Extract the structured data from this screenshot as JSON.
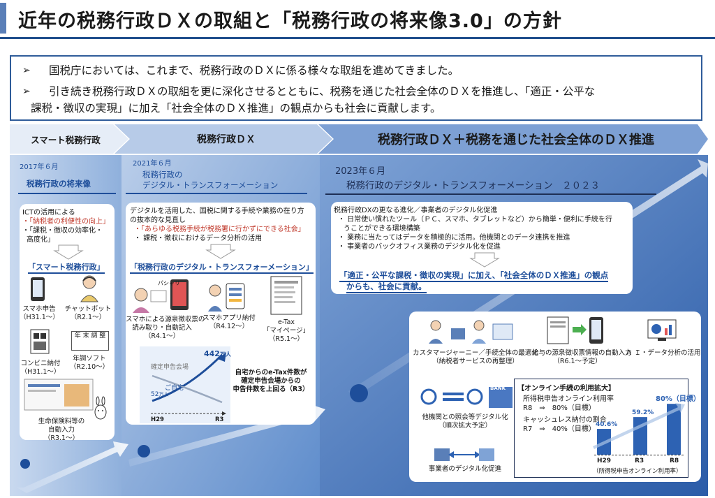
{
  "title": "近年の税務行政ＤＸの取組と「税務行政の将来像3.0」の方針",
  "intro": {
    "bullet_mark": "➢",
    "line1": "国税庁においては、これまで、税務行政のＤＸに係る様々な取組を進めてきました。",
    "line2a": "引き続き税務行政ＤＸの取組を更に深化させるとともに、税務を通じた社会全体のＤＸを推進し、「適正・公平な",
    "line2b": "課税・徴収の実現」に加え「社会全体のＤＸ推進」の観点からも社会に貢献します。"
  },
  "stages": {
    "s1": "スマート税務行政",
    "s2": "税務行政ＤＸ",
    "s3": "税務行政ＤＸ＋税務を通じた社会全体のＤＸ推進"
  },
  "col1": {
    "date": "2017年６月",
    "heading": "税務行政の将来像",
    "ict": "ICTの活用による",
    "item1": "・「納税者の利便性の向上」",
    "item2": "・「課税・徴収の効率化・",
    "item2b": "高度化」",
    "banner": "「スマート税務行政」",
    "icons": [
      {
        "l1": "スマホ申告",
        "l2": "（H31.1～）"
      },
      {
        "l1": "チャットボット",
        "l2": "（R2.1～）"
      },
      {
        "l1": "コンビニ納付",
        "l2": "（H31.1～）"
      },
      {
        "l1": "年調ソフト",
        "l2": "（R2.10～）"
      },
      {
        "l1": "生命保険料等の",
        "l2": "自動入力",
        "l3": "（R3.1～）"
      }
    ],
    "yearbox": "年 末 調 整"
  },
  "col2": {
    "date": "2021年６月",
    "heading1": "税務行政の",
    "heading2": "デジタル・トランスフォーメーション",
    "desc1": "デジタルを活用した、国税に関する手続や業務の在り方",
    "desc2": "の抜本的な見直し",
    "item1": "・「あらゆる税務手続が税務署に行かずにできる社会」",
    "item2": "・ 課税・徴収におけるデータ分析の活用",
    "banner": "「税務行政のデジタル・トランスフォーメーション」",
    "photo_word": "パシャリ",
    "icons": [
      {
        "l1": "スマホによる源泉徴収票の",
        "l2": "読み取り・自動記入",
        "l3": "（R4.1～）"
      },
      {
        "l1": "スマホアプリ納付",
        "l2": "（R4.12～）"
      },
      {
        "l1": "e-Tax",
        "l2": "「マイページ」",
        "l3": "（R5.1～）"
      }
    ],
    "chart": {
      "top_value": "442",
      "top_unit": "万人",
      "bottom_value": "52",
      "bottom_unit": "万人",
      "label_venue": "確定申告会場",
      "label_home": "ご自宅",
      "x_start": "H29",
      "x_end": "R3"
    },
    "note1": "自宅からのe-Tax件数が",
    "note2": "確定申告会場からの",
    "note3": "申告件数を上回る（R3）"
  },
  "col3": {
    "date": "2023年６月",
    "heading": "税務行政のデジタル・トランスフォーメーション　２０２３",
    "evo": "税務行政DXの更なる進化／事業者のデジタル化促進",
    "item1a": "・ 日常使い慣れたツール（ＰＣ、スマホ、タブレットなど）から簡単・便利に手続を行",
    "item1b": "うことができる環境構築",
    "item2": "・ 業務に当たってはデータを積極的に活用。他機関とのデータ連携を推進",
    "item3": "・ 事業者のバックオフィス業務のデジタル化を促進",
    "banner1": "「適正・公平な課税・徴収の実現」に加え、「社会全体のＤＸ推進」の観点",
    "banner2": "からも、社会に貢献。",
    "icons": [
      {
        "l1": "カスタマージャーニー／手続全体の最適化",
        "l2": "（納税者サービスの再整理）"
      },
      {
        "l1": "給与の源泉徴収票情報の自動入力",
        "l2": "（R6.1～予定）"
      },
      {
        "l1": "Ａ Ｉ・データ分析の活用"
      },
      {
        "l1": "他機関との照会等デジタル化",
        "l2": "（順次拡大予定）"
      },
      {
        "l1": "事業者のデジタル化促進"
      }
    ],
    "bank": "BANK",
    "online": {
      "title": "【オンライン手続の利用拡大】",
      "r1": "所得税申告オンライン利用率",
      "r1v": "R8　⇒　80%（目標）",
      "r2": "キャッシュレス納付の割合",
      "r2v": "R7　⇒　40%（目標）",
      "x1": "H29",
      "x2": "R3",
      "x3": "R8",
      "caption": "（所得税申告オンライン利用率）",
      "goal_label": "80%（目標）"
    }
  },
  "chart_data": {
    "type": "bar",
    "categories": [
      "H29",
      "R3",
      "R8"
    ],
    "values": [
      40.6,
      59.2,
      80
    ],
    "labels": [
      "40.6%",
      "59.2%",
      "80%（目標）"
    ],
    "ylim": [
      0,
      90
    ],
    "title": "",
    "xlabel": "（所得税申告オンライン利用率）",
    "ylabel": "",
    "color": "#2d62b3"
  }
}
